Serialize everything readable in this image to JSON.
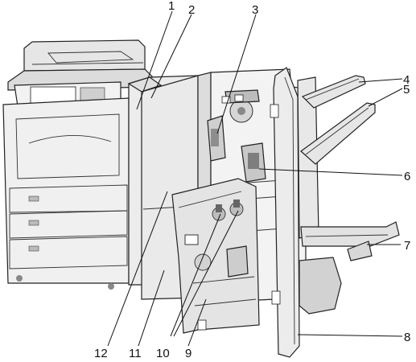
{
  "callouts": [
    {
      "id": "1",
      "text": "1"
    },
    {
      "id": "2",
      "text": "2"
    },
    {
      "id": "3",
      "text": "3"
    },
    {
      "id": "4",
      "text": "4"
    },
    {
      "id": "5",
      "text": "5"
    },
    {
      "id": "6",
      "text": "6"
    },
    {
      "id": "7",
      "text": "7"
    },
    {
      "id": "8",
      "text": "8"
    },
    {
      "id": "9",
      "text": "9"
    },
    {
      "id": "10",
      "text": "10"
    },
    {
      "id": "11",
      "text": "11"
    },
    {
      "id": "12",
      "text": "12"
    }
  ],
  "colors": {
    "body_fill": "#efefef",
    "shade": "#d4d4d4",
    "dark": "#9a9a9a",
    "line": "#111111"
  }
}
